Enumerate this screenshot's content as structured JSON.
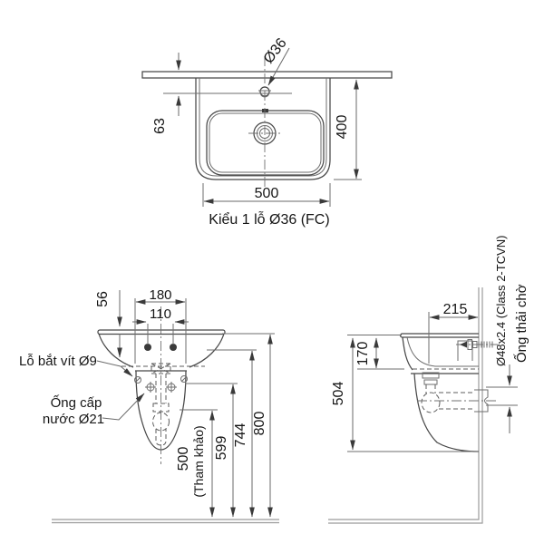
{
  "drawing": {
    "title": "Kiểu 1 lỗ Ø36 (FC)",
    "colors": {
      "ink": "#161616",
      "object_line": "#474747",
      "light_line": "#9b9b9b"
    },
    "top_view": {
      "faucet_label": "Ø36",
      "dim_back_to_hole": "63",
      "dim_depth": "400",
      "dim_width": "500"
    },
    "front_view": {
      "dim_rim_to_holes": "56",
      "dim_fixing_span": "180",
      "dim_hole_span": "110",
      "screw_hole_label": "Lỗ bắt vít Ø9",
      "supply_label_line1": "Ống cấp",
      "supply_label_line2": "nước Ø21",
      "dim_height_ref": "500",
      "dim_height_ref_note": "(Tham khảo)",
      "dim_height_supply": "599",
      "dim_height_holes": "744",
      "dim_height_rim": "800"
    },
    "side_view": {
      "dim_drain_to_wall": "215",
      "dim_rim_to_underside": "170",
      "dim_rim_to_pedestal": "504",
      "waste_pipe_spec": "Ø48x2.4 (Class 2-TCVN)",
      "waste_pipe_label": "Ống thải chờ"
    }
  }
}
